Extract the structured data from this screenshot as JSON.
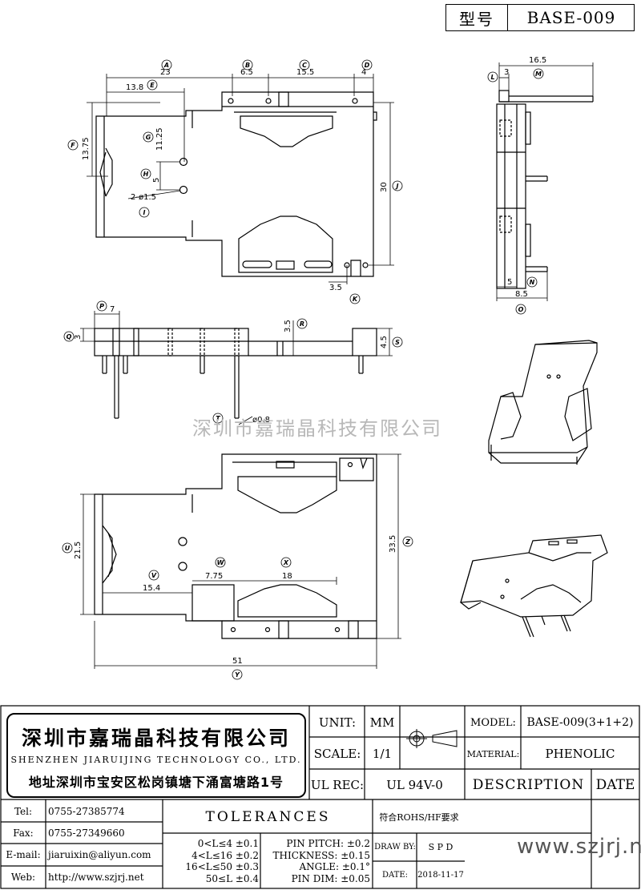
{
  "header": {
    "type_label": "型号",
    "model": "BASE-009"
  },
  "watermark": "深圳市嘉瑞晶科技有限公司",
  "top_view": {
    "dims": {
      "a": "23",
      "b": "6.5",
      "c": "15.5",
      "d": "4",
      "e": "13.8",
      "f": "13.75",
      "g": "11.25",
      "h": "5",
      "holes": "2-ø1.5",
      "j": "30",
      "k": "3.5"
    },
    "markers": [
      "A",
      "B",
      "C",
      "D",
      "E",
      "F",
      "G",
      "H",
      "I",
      "J",
      "K"
    ]
  },
  "side_right": {
    "dims": {
      "l": "3",
      "m": "16.5",
      "n": "5",
      "o": "8.5"
    },
    "markers": [
      "L",
      "M",
      "N",
      "O"
    ]
  },
  "front_view": {
    "dims": {
      "p": "7",
      "q": "3",
      "r": "3.5",
      "s": "4.5",
      "t": "ø0.8"
    },
    "markers": [
      "P",
      "Q",
      "R",
      "S",
      "T"
    ]
  },
  "bottom_view": {
    "dims": {
      "u": "21.5",
      "v": "15.4",
      "w": "7.75",
      "x": "18",
      "z": "33.5",
      "y": "51"
    },
    "markers": [
      "U",
      "V",
      "W",
      "X",
      "Y",
      "Z"
    ]
  },
  "company": {
    "name_cn": "深圳市嘉瑞晶科技有限公司",
    "name_en": "SHENZHEN JIARUIJING TECHNOLOGY CO., LTD.",
    "address": "地址深圳市宝安区松岗镇塘下涌富塘路1号"
  },
  "titleblock": {
    "unit_label": "UNIT:",
    "unit": "MM",
    "scale_label": "SCALE:",
    "scale": "1/1",
    "ulrec_label": "UL REC:",
    "ulrec": "UL 94V-0",
    "model_label": "MODEL:",
    "model": "BASE-009(3+1+2)",
    "material_label": "MATERIAL:",
    "material": "PHENOLIC",
    "description_label": "DESCRIPTION",
    "date_label": "DATE",
    "tel_label": "Tel:",
    "tel": "0755-27385774",
    "fax_label": "Fax:",
    "fax": "0755-27349660",
    "email_label": "E-mail:",
    "email": "jiaruixin@aliyun.com",
    "web_label": "Web:",
    "web": "http://www.szjrj.net",
    "tolerances_label": "TOLERANCES",
    "rohs": "符合ROHS/HF要求",
    "tol1": "0<L≤4 ±0.1",
    "tol2": "4<L≤16 ±0.2",
    "tol3": "16<L≤50 ±0.3",
    "tol4": "50≤L ±0.4",
    "pin1": "PIN PITCH: ±0.2",
    "pin2": "THICKNESS: ±0.15",
    "pin3": "ANGLE: ±0.1°",
    "pin4": "PIN DIM: ±0.05",
    "drawby_label": "DRAW BY:",
    "drawby": "S P D",
    "date_field_label": "DATE:",
    "date": "2018-11-17",
    "website_big": "www.szjrj.net"
  }
}
